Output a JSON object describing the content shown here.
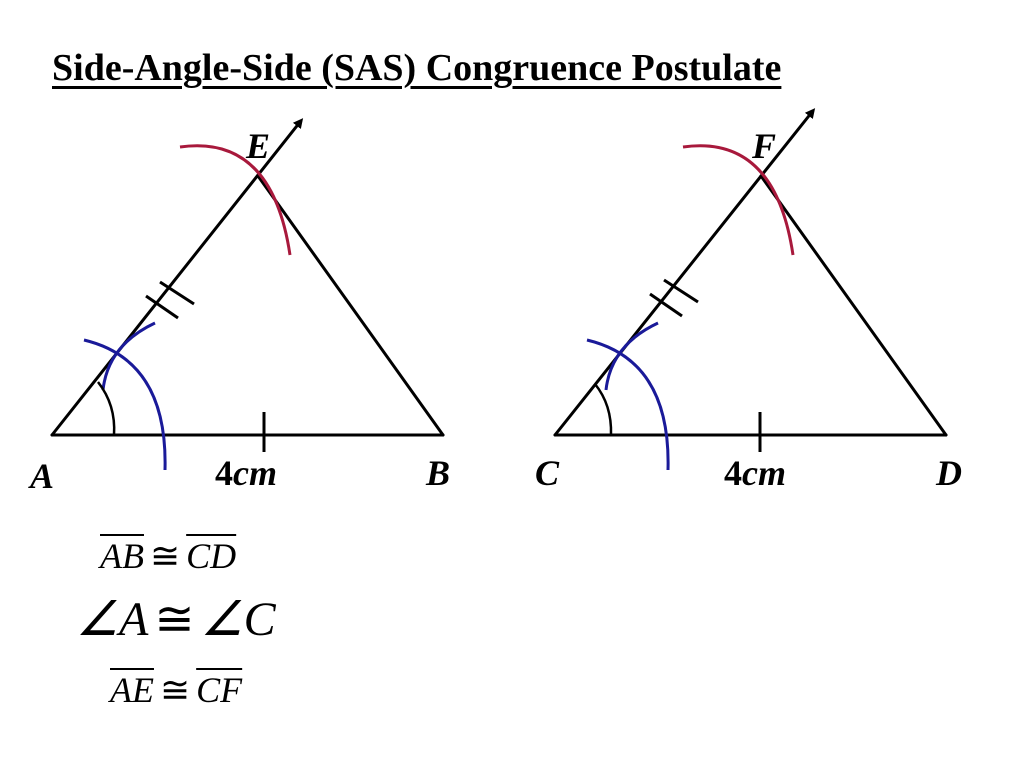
{
  "title": "Side-Angle-Side (SAS) Congruence Postulate",
  "colors": {
    "arc_red": "#a8193c",
    "arc_blue": "#1a1a99",
    "ink": "#000000"
  },
  "triangle_1": {
    "vertices": [
      "A",
      "B",
      "E"
    ],
    "base_length_number": "4",
    "base_length_unit": "cm"
  },
  "triangle_2": {
    "vertices": [
      "C",
      "D",
      "F"
    ],
    "base_length_number": "4",
    "base_length_unit": "cm"
  },
  "statements": [
    {
      "left": "AB",
      "symbol": "≅",
      "right": "CD"
    },
    {
      "left": "∠A",
      "symbol": "≅",
      "right": "∠C"
    },
    {
      "left": "AE",
      "symbol": "≅",
      "right": "CF"
    }
  ]
}
